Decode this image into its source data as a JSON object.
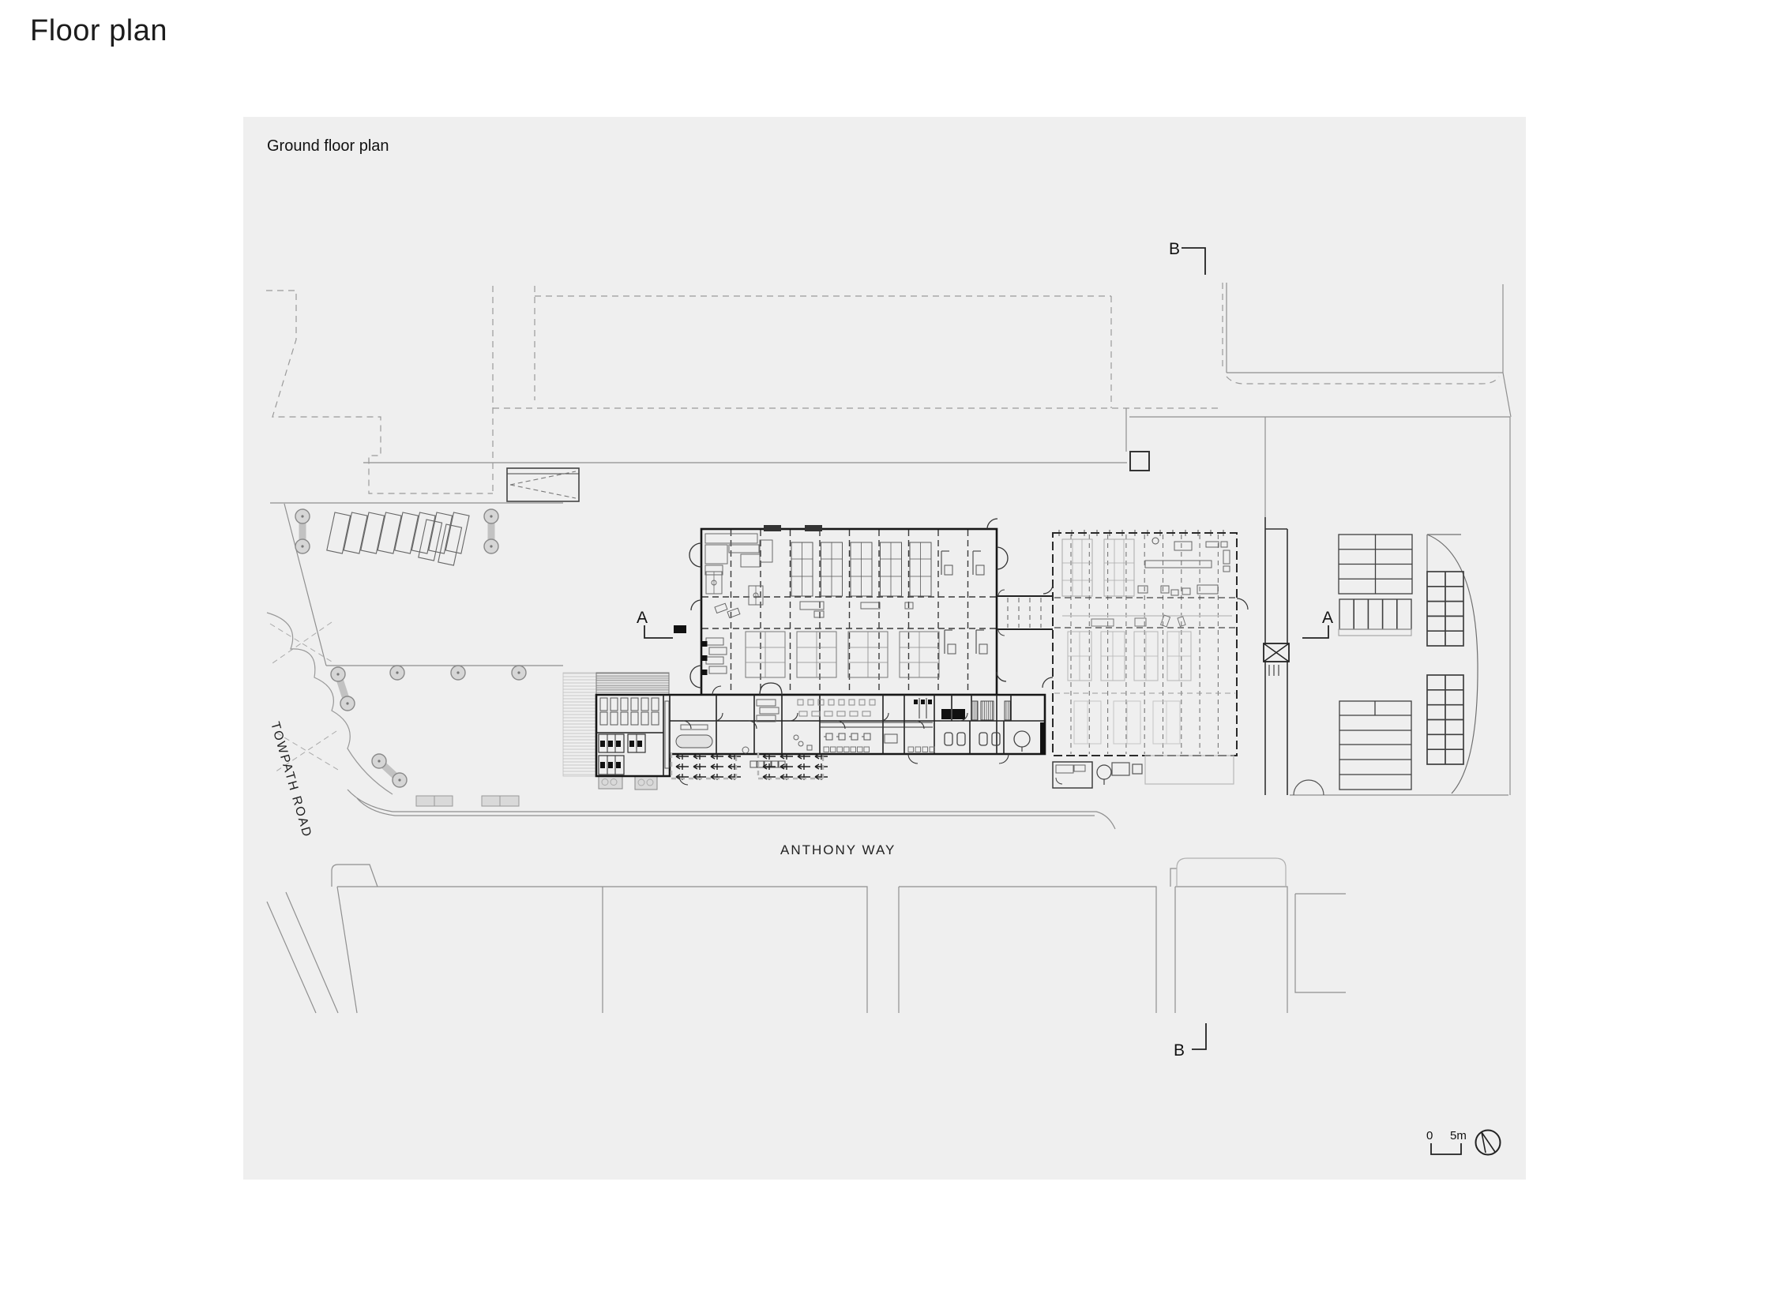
{
  "title": "Floor plan",
  "panel": {
    "label": "Ground floor plan"
  },
  "roads": {
    "towpath": "TOWPATH ROAD",
    "anthony": "ANTHONY WAY"
  },
  "sections": {
    "a": "A",
    "b": "B"
  },
  "scale_bar": {
    "zero": "0",
    "five": "5m"
  },
  "icons": {
    "north_arrow": "north-arrow-icon"
  },
  "colors": {
    "page_bg": "#ffffff",
    "panel_bg": "#efefef",
    "wall": "#161616",
    "site_line": "#8f8f8f",
    "grid_line": "#3a3a3a",
    "light_line": "#b5b5b5",
    "tree_fill": "#d6d6d6"
  }
}
